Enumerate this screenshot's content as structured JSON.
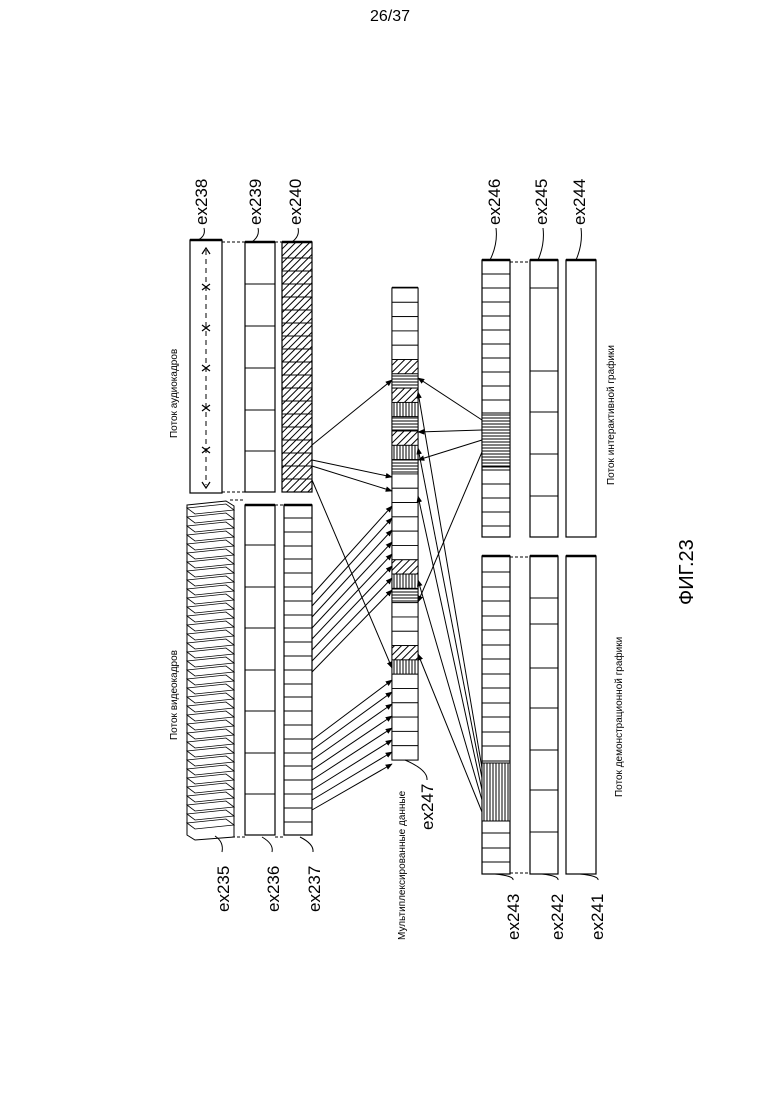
{
  "page_number": "26/37",
  "figure_caption": "ФИГ.23",
  "labels": {
    "video_stream": "Поток видеокадров",
    "audio_stream": "Поток аудиокадров",
    "pg_stream": "Поток демонстрационной графики",
    "ig_stream": "Поток интерактивной графики",
    "mux_data": "Мультиплексированные данные"
  },
  "refs": {
    "ex235": "ex235",
    "ex236": "ex236",
    "ex237": "ex237",
    "ex238": "ex238",
    "ex239": "ex239",
    "ex240": "ex240",
    "ex241": "ex241",
    "ex242": "ex242",
    "ex243": "ex243",
    "ex244": "ex244",
    "ex245": "ex245",
    "ex246": "ex246",
    "ex247": "ex247"
  }
}
